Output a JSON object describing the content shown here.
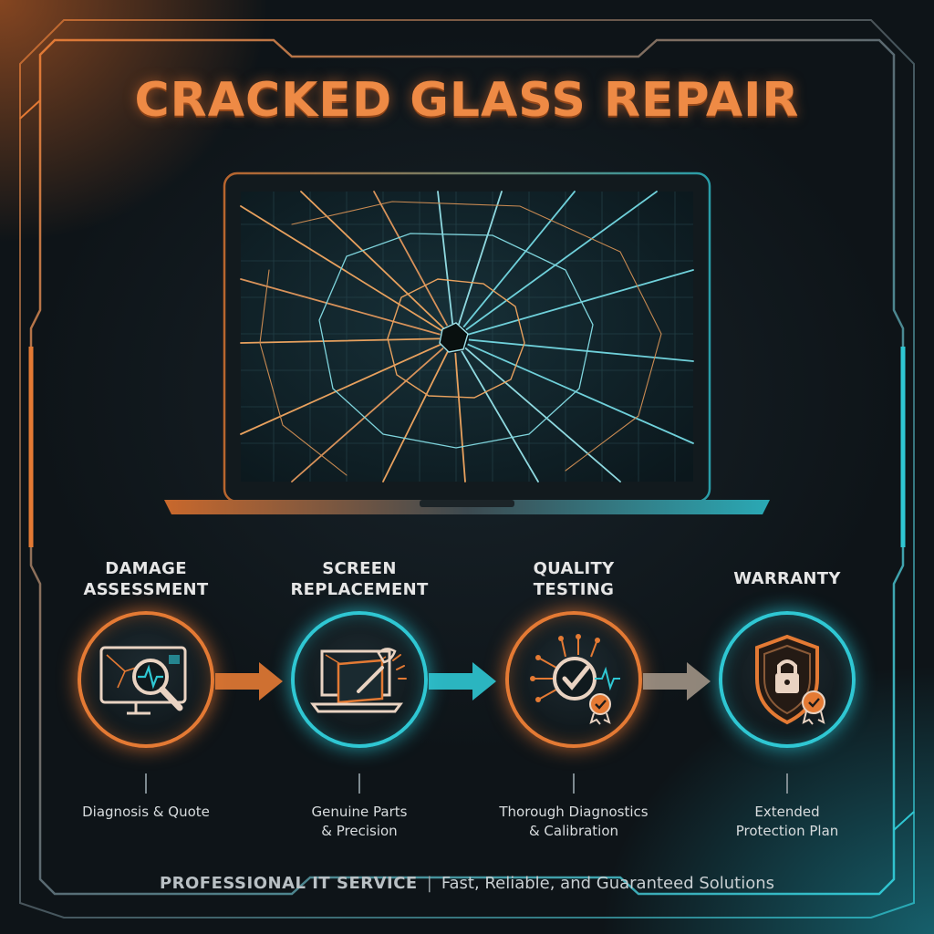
{
  "title": "CRACKED GLASS REPAIR",
  "colors": {
    "orange": "#e47a34",
    "teal": "#2fc7d3",
    "background": "#0f1519"
  },
  "laptop": {
    "icon": "laptop-cracked-screen"
  },
  "steps": [
    {
      "title_line1": "DAMAGE",
      "title_line2": "ASSESSMENT",
      "desc_line1": "Diagnosis & Quote",
      "desc_line2": "",
      "icon": "magnifier-monitor-icon",
      "accent": "orange"
    },
    {
      "title_line1": "SCREEN",
      "title_line2": "REPLACEMENT",
      "desc_line1": "Genuine Parts",
      "desc_line2": "& Precision",
      "icon": "laptop-repair-icon",
      "accent": "teal"
    },
    {
      "title_line1": "QUALITY",
      "title_line2": "TESTING",
      "desc_line1": "Thorough Diagnostics",
      "desc_line2": "& Calibration",
      "icon": "checkmark-circuit-icon",
      "accent": "orange"
    },
    {
      "title_line1": "WARRANTY",
      "title_line2": "",
      "desc_line1": "Extended",
      "desc_line2": "Protection Plan",
      "icon": "shield-lock-icon",
      "accent": "teal"
    }
  ],
  "footer": {
    "brand": "PROFESSIONAL IT SERVICE",
    "separator": "|",
    "tagline": "Fast, Reliable, and Guaranteed Solutions"
  }
}
